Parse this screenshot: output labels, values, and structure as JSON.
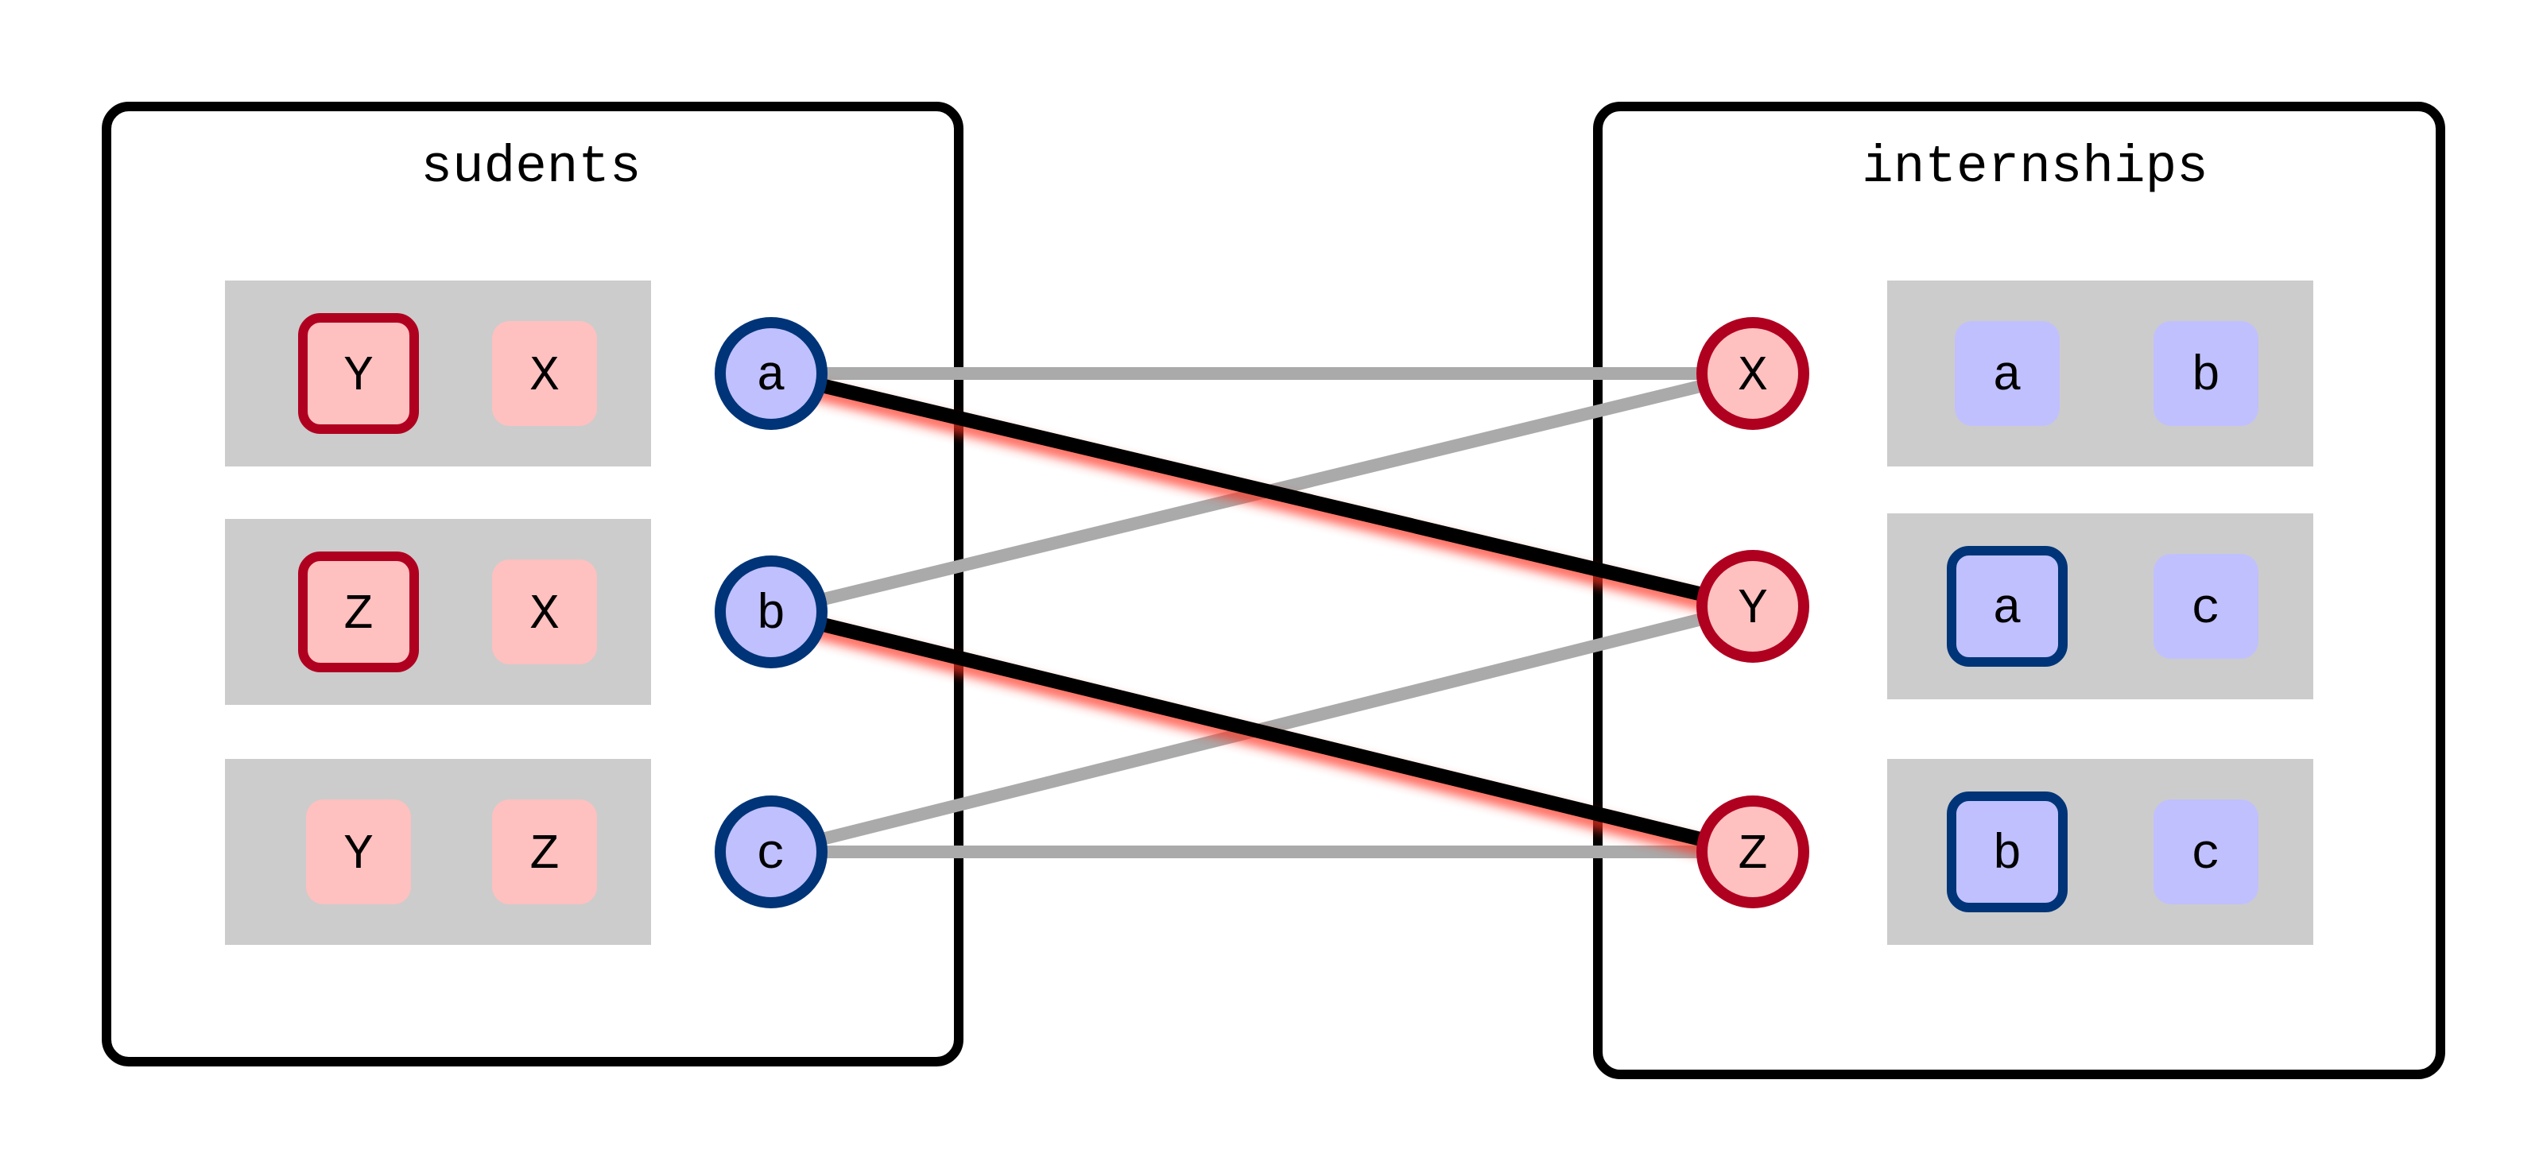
{
  "students": {
    "title": "sudents",
    "nodes": [
      {
        "id": "a",
        "label": "a",
        "prefs": [
          {
            "label": "Y",
            "highlighted": true
          },
          {
            "label": "X",
            "highlighted": false
          }
        ]
      },
      {
        "id": "b",
        "label": "b",
        "prefs": [
          {
            "label": "Z",
            "highlighted": true
          },
          {
            "label": "X",
            "highlighted": false
          }
        ]
      },
      {
        "id": "c",
        "label": "c",
        "prefs": [
          {
            "label": "Y",
            "highlighted": false
          },
          {
            "label": "Z",
            "highlighted": false
          }
        ]
      }
    ]
  },
  "internships": {
    "title": "internships",
    "nodes": [
      {
        "id": "X",
        "label": "X",
        "prefs": [
          {
            "label": "a",
            "highlighted": false
          },
          {
            "label": "b",
            "highlighted": false
          }
        ]
      },
      {
        "id": "Y",
        "label": "Y",
        "prefs": [
          {
            "label": "a",
            "highlighted": true
          },
          {
            "label": "c",
            "highlighted": false
          }
        ]
      },
      {
        "id": "Z",
        "label": "Z",
        "prefs": [
          {
            "label": "b",
            "highlighted": true
          },
          {
            "label": "c",
            "highlighted": false
          }
        ]
      }
    ]
  },
  "edges": [
    {
      "from": "a",
      "to": "X",
      "matched": false
    },
    {
      "from": "b",
      "to": "X",
      "matched": false
    },
    {
      "from": "c",
      "to": "Y",
      "matched": false
    },
    {
      "from": "c",
      "to": "Z",
      "matched": false
    },
    {
      "from": "a",
      "to": "Y",
      "matched": true
    },
    {
      "from": "b",
      "to": "Z",
      "matched": true
    }
  ],
  "colors": {
    "student_border": "#003478",
    "student_fill": "#c0c0ff",
    "internship_border": "#b00020",
    "internship_fill": "#ffc0c0",
    "pref_panel": "#cccccc",
    "edge_unmatched": "#aaaaaa",
    "edge_matched": "#000000",
    "edge_glow": "#ff3322",
    "box_border": "#000000"
  }
}
